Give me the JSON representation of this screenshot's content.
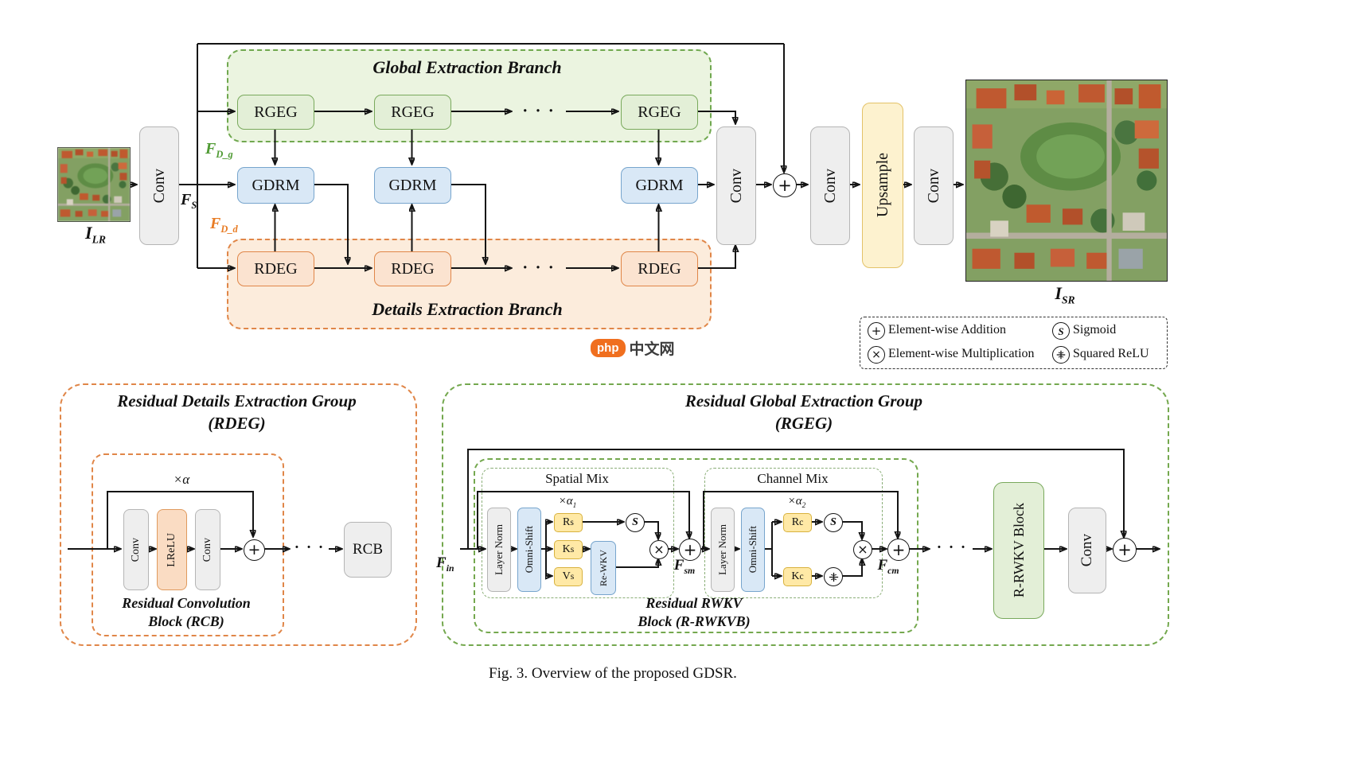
{
  "page": {
    "caption": "Fig. 3. Overview of the proposed GDSR."
  },
  "watermark": {
    "badge": "php",
    "text": "中文网"
  },
  "ops": {
    "add": "+",
    "mul": "×",
    "sigmoid": "S"
  },
  "colors": {
    "green_branch": "#79a95c",
    "orange_branch": "#e08648",
    "blue_block": "#77a5cd",
    "yellow_upsample": "#e3c268",
    "gray_block": "#b5b5b5",
    "label_green": "#4f9a33",
    "label_orange": "#e87c25",
    "watermark_orange": "#f06f1f"
  },
  "top": {
    "ilr_main": "I",
    "ilr_sub": "LR",
    "isr_main": "I",
    "isr_sub": "SR",
    "conv": "Conv",
    "upsample": "Upsample",
    "fs_main": "F",
    "fs_sub": "S",
    "fdg_main": "F",
    "fdg_sub": "D_g",
    "fdd_main": "F",
    "fdd_sub": "D_d",
    "global_title": "Global Extraction Branch",
    "details_title": "Details Extraction Branch",
    "rgeg": "RGEG",
    "gdrm": "GDRM",
    "rdeg": "RDEG",
    "dots": "· · ·"
  },
  "legend": {
    "add": "Element-wise Addition",
    "sigmoid": "Sigmoid",
    "mul": "Element-wise Multiplication",
    "sqrelu": "Squared ReLU"
  },
  "rdeg": {
    "title": "Residual Details Extraction Group",
    "subtitle": "(RDEG)",
    "alpha": "×α",
    "conv": "Conv",
    "lrelu": "LReLU",
    "rcb": "RCB",
    "rcb_caption1": "Residual Convolution",
    "rcb_caption2": "Block (RCB)",
    "dots": "· · ·"
  },
  "rgeg": {
    "title": "Residual Global Extraction Group",
    "subtitle": "(RGEG)",
    "fin_main": "F",
    "fin_sub": "in",
    "fsm_main": "F",
    "fsm_sub": "sm",
    "fcm_main": "F",
    "fcm_sub": "cm",
    "spatial_title": "Spatial Mix",
    "channel_title": "Channel Mix",
    "layer_norm": "Layer Norm",
    "omni_shift": "Omni-Shift",
    "rs_main": "R",
    "rs_sub": "s",
    "ks_main": "K",
    "ks_sub": "s",
    "vs_main": "V",
    "vs_sub": "s",
    "rc_main": "R",
    "rc_sub": "c",
    "kc_main": "K",
    "kc_sub": "c",
    "rewkv": "Re-WKV",
    "alpha1_main": "×α",
    "alpha1_sub": "1",
    "alpha2_main": "×α",
    "alpha2_sub": "2",
    "block_caption1": "Residual RWKV",
    "block_caption2": "Block (R-RWKVB)",
    "rrwkv_block": "R-RWKV Block",
    "conv": "Conv",
    "dots": "· · ·"
  }
}
